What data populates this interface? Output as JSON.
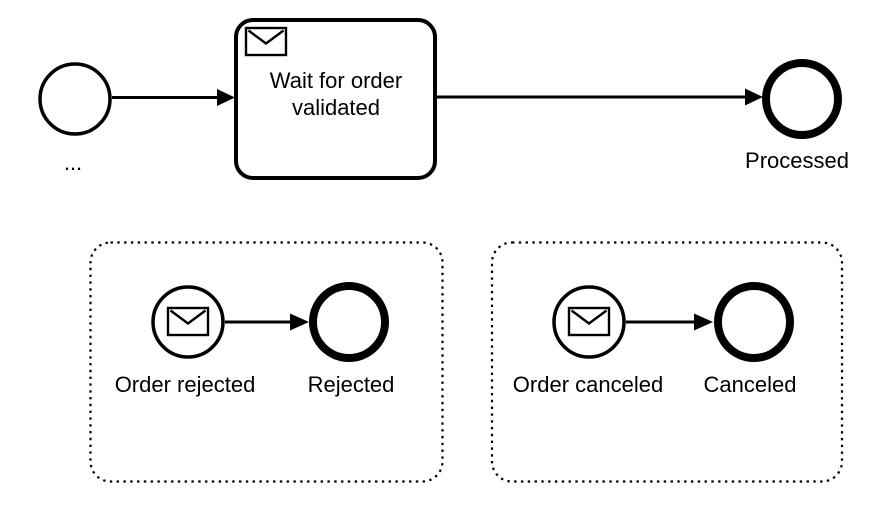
{
  "diagram": {
    "background_color": "#ffffff",
    "stroke_color": "#000000",
    "main_flow": {
      "start_event_label": "...",
      "task": {
        "label_line1": "Wait for order",
        "label_line2": "validated",
        "icon": "message-envelope-icon"
      },
      "end_event_label": "Processed"
    },
    "event_subprocesses": [
      {
        "start_event_label": "Order rejected",
        "start_event_icon": "message-envelope-icon",
        "end_event_label": "Rejected"
      },
      {
        "start_event_label": "Order canceled",
        "start_event_icon": "message-envelope-icon",
        "end_event_label": "Canceled"
      }
    ]
  }
}
